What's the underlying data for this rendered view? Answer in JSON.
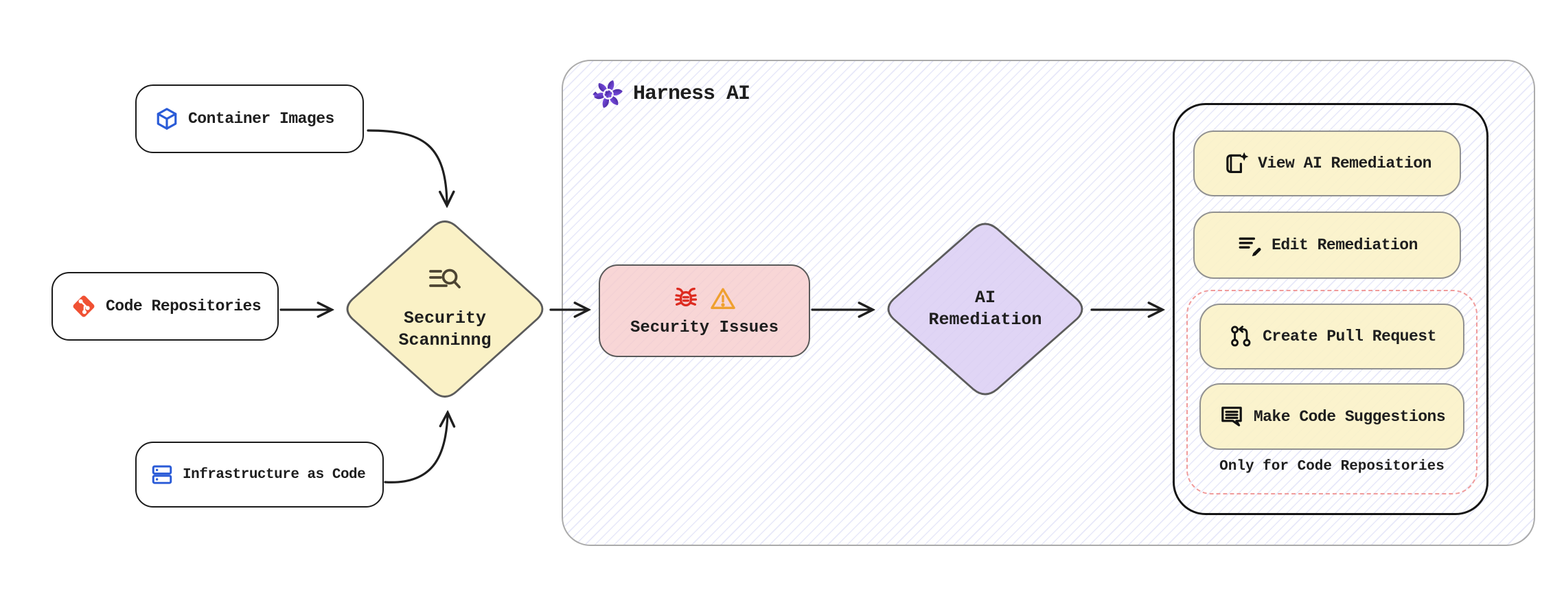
{
  "sources": [
    {
      "label": "Container Images",
      "icon": "cube-icon",
      "icon_color": "#2a5bd7"
    },
    {
      "label": "Code Repositories",
      "icon": "git-icon",
      "icon_color": "#f05133"
    },
    {
      "label": "Infrastructure as Code",
      "icon": "server-stack-icon",
      "icon_color": "#2a5bd7"
    }
  ],
  "scanning": {
    "line1": "Security",
    "line2": "Scanninng",
    "icon": "search-list-icon",
    "fill": "#faf1c6",
    "border": "#5c5c5c"
  },
  "harness": {
    "title": "Harness AI",
    "icon": "harness-flower-icon",
    "accent": "#6d28d9",
    "panel_border": "#ababab",
    "hatch_color": "#9298e4"
  },
  "issues": {
    "label": "Security Issues",
    "icons": [
      "bug-icon",
      "warning-icon"
    ],
    "fill": "#f6cbcb",
    "bug_color": "#dd2b20",
    "warning_color": "#efa02f"
  },
  "remediation": {
    "line1": "AI",
    "line2": "Remediation",
    "fill": "#dbcef3"
  },
  "actions": {
    "button_fill": "#faf1c6",
    "buttons": [
      {
        "label": "View AI Remediation",
        "icon": "book-sparkle-icon"
      },
      {
        "label": "Edit Remediation",
        "icon": "edit-list-icon"
      }
    ],
    "repo_only": {
      "border_color": "#f09b9b",
      "buttons": [
        {
          "label": "Create Pull Request",
          "icon": "pull-request-icon"
        },
        {
          "label": "Make Code Suggestions",
          "icon": "comment-lines-icon"
        }
      ],
      "note": "Only for Code Repositories"
    }
  }
}
